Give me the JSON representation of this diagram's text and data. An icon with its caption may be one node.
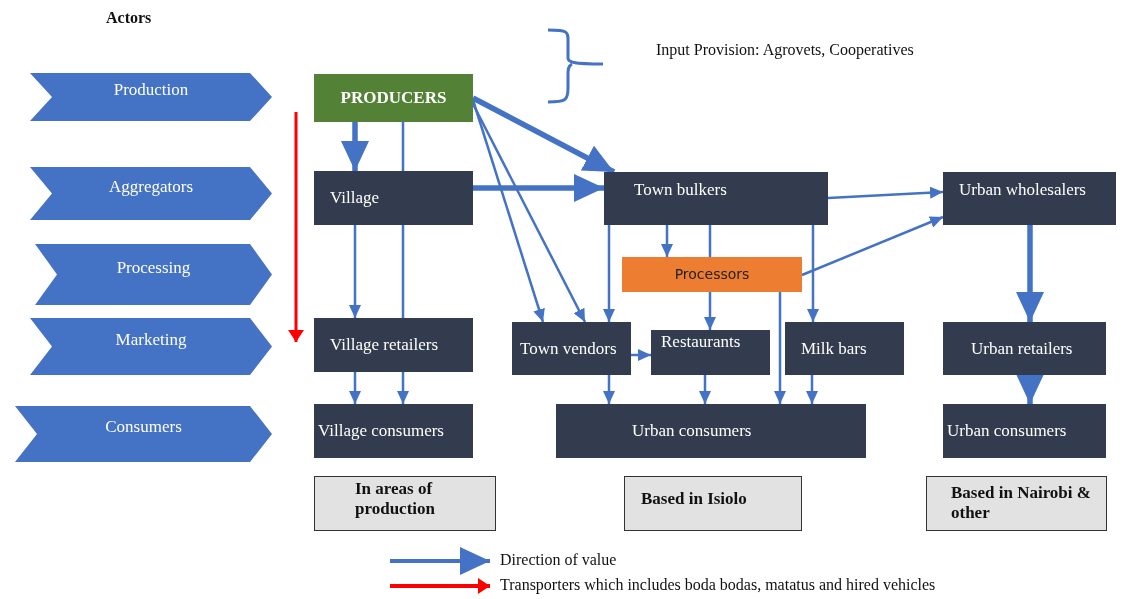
{
  "diagram": {
    "nodes": [
      {
        "text": [
          "Production"
        ]
      },
      {
        "text": [
          "Aggregators"
        ]
      },
      {
        "text": [
          "Processing"
        ]
      },
      {
        "text": [
          "Marketing"
        ]
      },
      {
        "text": [
          "Consumers"
        ]
      },
      {
        "text": [
          "PRODUCERS"
        ]
      },
      {
        "text": [
          "Village"
        ]
      },
      {
        "text": [
          "Town bulkers"
        ]
      },
      {
        "text": [
          "Urban wholesalers"
        ]
      },
      {
        "text": [
          "Processors"
        ]
      },
      {
        "text": [
          "Village retailers"
        ]
      },
      {
        "text": [
          "Town vendors"
        ]
      },
      {
        "text": [
          "Restaurants"
        ]
      },
      {
        "text": [
          "Milk bars"
        ]
      },
      {
        "text": [
          "Urban retailers"
        ]
      },
      {
        "text": [
          "Village consumers"
        ]
      },
      {
        "text": [
          "Urban consumers"
        ]
      },
      {
        "text": [
          "Urban consumers"
        ]
      },
      {
        "text": [
          "In areas of production"
        ]
      },
      {
        "text": [
          "Based in Isiolo"
        ]
      },
      {
        "text": [
          "Based in Nairobi & other"
        ]
      }
    ],
    "edges": [
      {
        "from": 5,
        "to": 6,
        "arrow": "to",
        "style": "thick"
      },
      {
        "from": 5,
        "to": 6,
        "arrow": "none"
      },
      {
        "from": 6,
        "to": 10,
        "arrow": "to"
      },
      {
        "from": 6,
        "to": 10,
        "arrow": "none"
      },
      {
        "from": 10,
        "to": 15,
        "arrow": "to"
      },
      {
        "from": 10,
        "to": 15,
        "arrow": "to"
      },
      {
        "from": 5,
        "to": 7,
        "arrow": "to",
        "style": "thick"
      },
      {
        "from": 6,
        "to": 7,
        "arrow": "to",
        "style": "thick"
      },
      {
        "from": 5,
        "to": 11,
        "arrow": "to"
      },
      {
        "from": 5,
        "to": 11,
        "arrow": "to"
      },
      {
        "from": 7,
        "to": 11,
        "arrow": "to"
      },
      {
        "from": 7,
        "to": 9,
        "arrow": "to"
      },
      {
        "from": 7,
        "to": 9,
        "arrow": "none"
      },
      {
        "from": 9,
        "to": 12,
        "arrow": "to"
      },
      {
        "from": 7,
        "to": 13,
        "arrow": "to"
      },
      {
        "from": 7,
        "to": 8,
        "arrow": "to"
      },
      {
        "from": 9,
        "to": 8,
        "arrow": "to"
      },
      {
        "from": 9,
        "to": 16,
        "arrow": "to"
      },
      {
        "from": 11,
        "to": 12,
        "arrow": "to"
      },
      {
        "from": 11,
        "to": 16,
        "arrow": "to"
      },
      {
        "from": 12,
        "to": 16,
        "arrow": "to"
      },
      {
        "from": 13,
        "to": 16,
        "arrow": "to"
      },
      {
        "from": 8,
        "to": 14,
        "arrow": "to",
        "style": "thick"
      },
      {
        "from": 14,
        "to": 17,
        "arrow": "to",
        "style": "thick"
      }
    ],
    "labels": [
      "Actors",
      "Input Provision: Agrovets, Cooperatives"
    ],
    "legend": [
      {
        "text": "Direction of value"
      },
      {
        "text": "Transporters which includes boda bodas, matatus and hired vehicles"
      }
    ]
  }
}
